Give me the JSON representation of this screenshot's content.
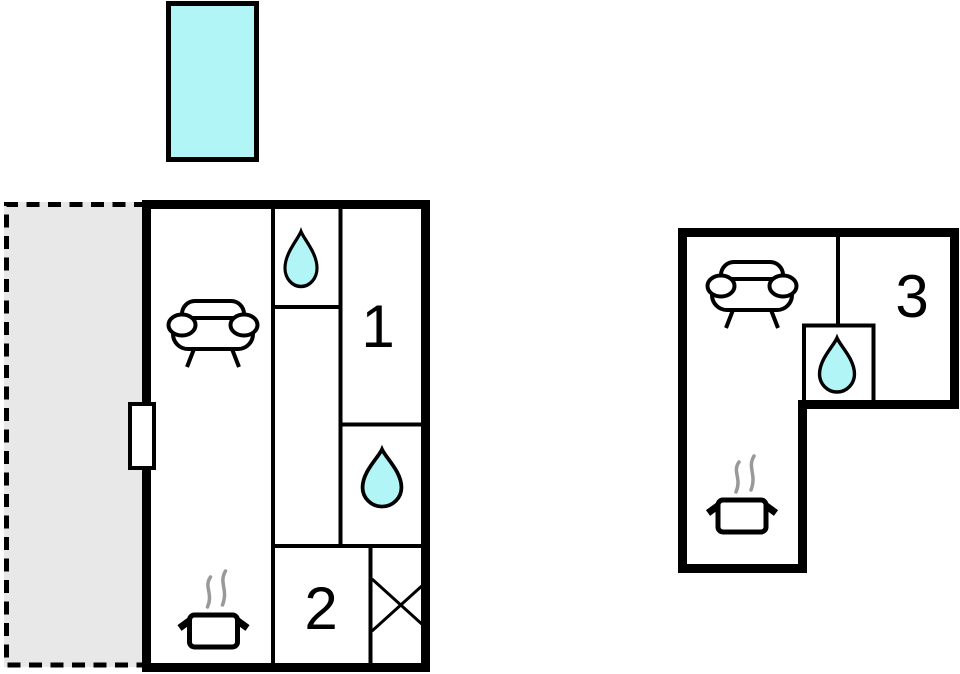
{
  "diagram": {
    "type": "floor-plan",
    "background": "#ffffff"
  },
  "colors": {
    "wall": "#000000",
    "water": "#b2f5f7",
    "terrace": "#e8e8e8",
    "steam": "#999999"
  },
  "pool": {
    "name": "pool"
  },
  "terrace": {
    "name": "terrace"
  },
  "main_building": {
    "rooms": {
      "living_kitchen": {
        "name": "living-kitchen",
        "icons": [
          "sofa",
          "cooking-pot",
          "window"
        ]
      },
      "bath_top": {
        "name": "bathroom-top",
        "icons": [
          "water-drop"
        ]
      },
      "bedroom_1": {
        "name": "bedroom-1",
        "label": "1"
      },
      "bath_mid": {
        "name": "bathroom-mid",
        "icons": [
          "water-drop"
        ]
      },
      "bedroom_2": {
        "name": "bedroom-2",
        "label": "2"
      },
      "storage": {
        "name": "storage",
        "icons": [
          "cross-hatch"
        ]
      }
    }
  },
  "annex": {
    "rooms": {
      "living_kitchen": {
        "name": "living-kitchen",
        "icons": [
          "sofa",
          "cooking-pot"
        ]
      },
      "bath": {
        "name": "bathroom",
        "icons": [
          "water-drop"
        ]
      },
      "bedroom_3": {
        "name": "bedroom-3",
        "label": "3"
      }
    }
  }
}
